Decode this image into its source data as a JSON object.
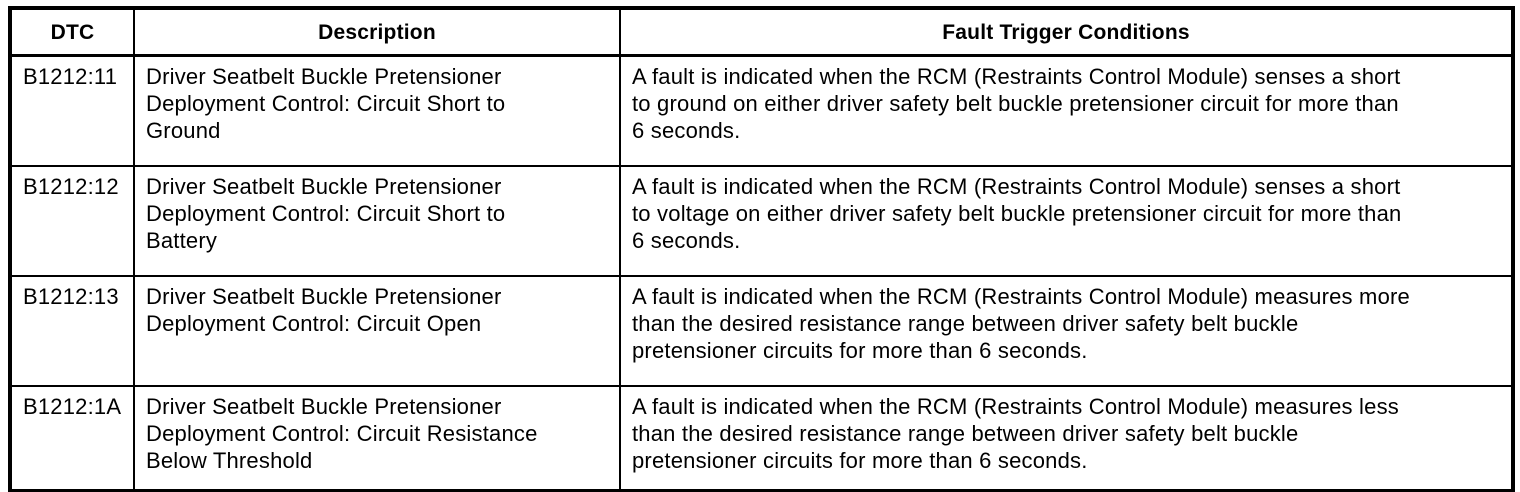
{
  "table": {
    "headers": [
      "DTC",
      "Description",
      "Fault Trigger Conditions"
    ],
    "rows": [
      {
        "dtc": "B1212:11",
        "description": "Driver Seatbelt Buckle Pretensioner\nDeployment Control: Circuit Short to\nGround",
        "fault": "A fault is indicated when the RCM (Restraints Control Module) senses a short\nto ground on either driver safety belt buckle pretensioner circuit for more than\n6 seconds."
      },
      {
        "dtc": "B1212:12",
        "description": "Driver Seatbelt Buckle Pretensioner\nDeployment Control: Circuit Short to\nBattery",
        "fault": "A fault is indicated when the RCM (Restraints Control Module) senses a short\nto voltage on either driver safety belt buckle pretensioner circuit for more than\n6 seconds."
      },
      {
        "dtc": "B1212:13",
        "description": "Driver Seatbelt Buckle Pretensioner\nDeployment Control: Circuit Open",
        "fault": "A fault is indicated when the RCM (Restraints Control Module) measures more\nthan the desired resistance range between driver safety belt buckle\npretensioner circuits for more than 6 seconds."
      },
      {
        "dtc": "B1212:1A",
        "description": "Driver Seatbelt Buckle Pretensioner\nDeployment Control: Circuit Resistance\nBelow Threshold",
        "fault": "A fault is indicated when the RCM (Restraints Control Module) measures less\nthan the desired resistance range between driver safety belt buckle\npretensioner circuits for more than 6 seconds."
      }
    ]
  }
}
